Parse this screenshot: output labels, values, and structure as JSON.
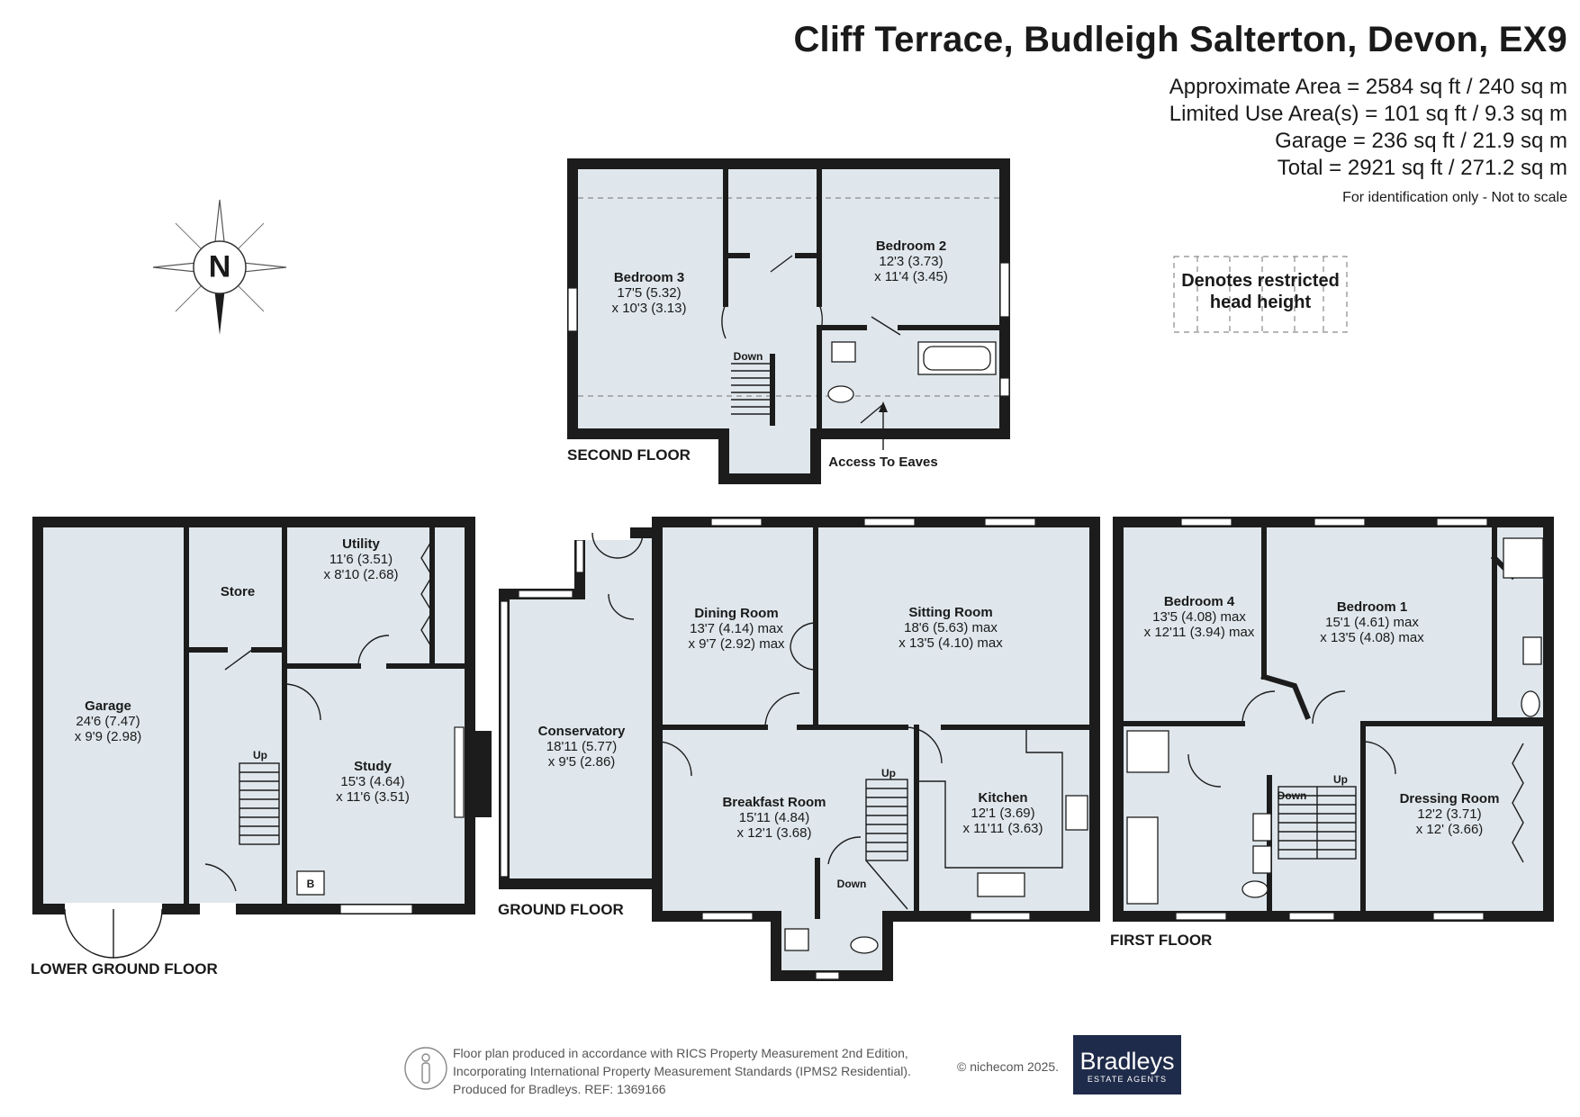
{
  "header": {
    "title": "Cliff Terrace, Budleigh Salterton, Devon, EX9",
    "areas": [
      "Approximate Area = 2584 sq ft / 240 sq m",
      "Limited Use Area(s) = 101 sq ft / 9.3 sq m",
      "Garage = 236 sq ft / 21.9 sq m",
      "Total = 2921 sq ft / 271.2 sq m"
    ],
    "disclaimer": "For identification only - Not to scale"
  },
  "legend": {
    "text": "Denotes restricted head height"
  },
  "compass": {
    "letter": "N"
  },
  "colors": {
    "room_fill": "#dfe7ec",
    "wall": "#1c1c1c",
    "dashed": "#8a8a8a"
  },
  "floors": {
    "second": {
      "label": "SECOND FLOOR",
      "rooms": [
        {
          "name": "Bedroom 3",
          "dims": [
            "17'5 (5.32)",
            "x 10'3 (3.13)"
          ]
        },
        {
          "name": "Bedroom 2",
          "dims": [
            "12'3 (3.73)",
            "x 11'4 (3.45)"
          ]
        }
      ],
      "labels": {
        "stairs": "Down",
        "eaves": "Access To Eaves"
      }
    },
    "lower_ground": {
      "label": "LOWER GROUND FLOOR",
      "rooms": [
        {
          "name": "Garage",
          "dims": [
            "24'6 (7.47)",
            "x 9'9 (2.98)"
          ]
        },
        {
          "name": "Store",
          "dims": []
        },
        {
          "name": "Utility",
          "dims": [
            "11'6 (3.51)",
            "x 8'10 (2.68)"
          ]
        },
        {
          "name": "Study",
          "dims": [
            "15'3 (4.64)",
            "x 11'6 (3.51)"
          ]
        }
      ],
      "labels": {
        "stairs": "Up",
        "boiler": "B"
      }
    },
    "ground": {
      "label": "GROUND FLOOR",
      "rooms": [
        {
          "name": "Conservatory",
          "dims": [
            "18'11 (5.77)",
            "x 9'5 (2.86)"
          ]
        },
        {
          "name": "Dining Room",
          "dims": [
            "13'7 (4.14) max",
            "x 9'7 (2.92) max"
          ]
        },
        {
          "name": "Sitting Room",
          "dims": [
            "18'6 (5.63) max",
            "x 13'5 (4.10) max"
          ]
        },
        {
          "name": "Breakfast Room",
          "dims": [
            "15'11 (4.84)",
            "x 12'1 (3.68)"
          ]
        },
        {
          "name": "Kitchen",
          "dims": [
            "12'1 (3.69)",
            "x 11'11 (3.63)"
          ]
        }
      ],
      "labels": {
        "stairs_up": "Up",
        "stairs_down": "Down"
      }
    },
    "first": {
      "label": "FIRST FLOOR",
      "rooms": [
        {
          "name": "Bedroom 4",
          "dims": [
            "13'5 (4.08) max",
            "x 12'11 (3.94) max"
          ]
        },
        {
          "name": "Bedroom 1",
          "dims": [
            "15'1 (4.61) max",
            "x 13'5 (4.08) max"
          ]
        },
        {
          "name": "Dressing Room",
          "dims": [
            "12'2 (3.71)",
            "x 12' (3.66)"
          ]
        }
      ],
      "labels": {
        "stairs_up": "Up",
        "stairs_down": "Down"
      }
    }
  },
  "footer": {
    "lines": [
      "Floor plan produced in accordance with RICS Property Measurement 2nd Edition,",
      "Incorporating International Property Measurement Standards (IPMS2 Residential).",
      "Produced for Bradleys.   REF: 1369166"
    ],
    "copyright": "© nichecom 2025.",
    "logo_main": "Bradleys",
    "logo_sub": "ESTATE AGENTS"
  }
}
